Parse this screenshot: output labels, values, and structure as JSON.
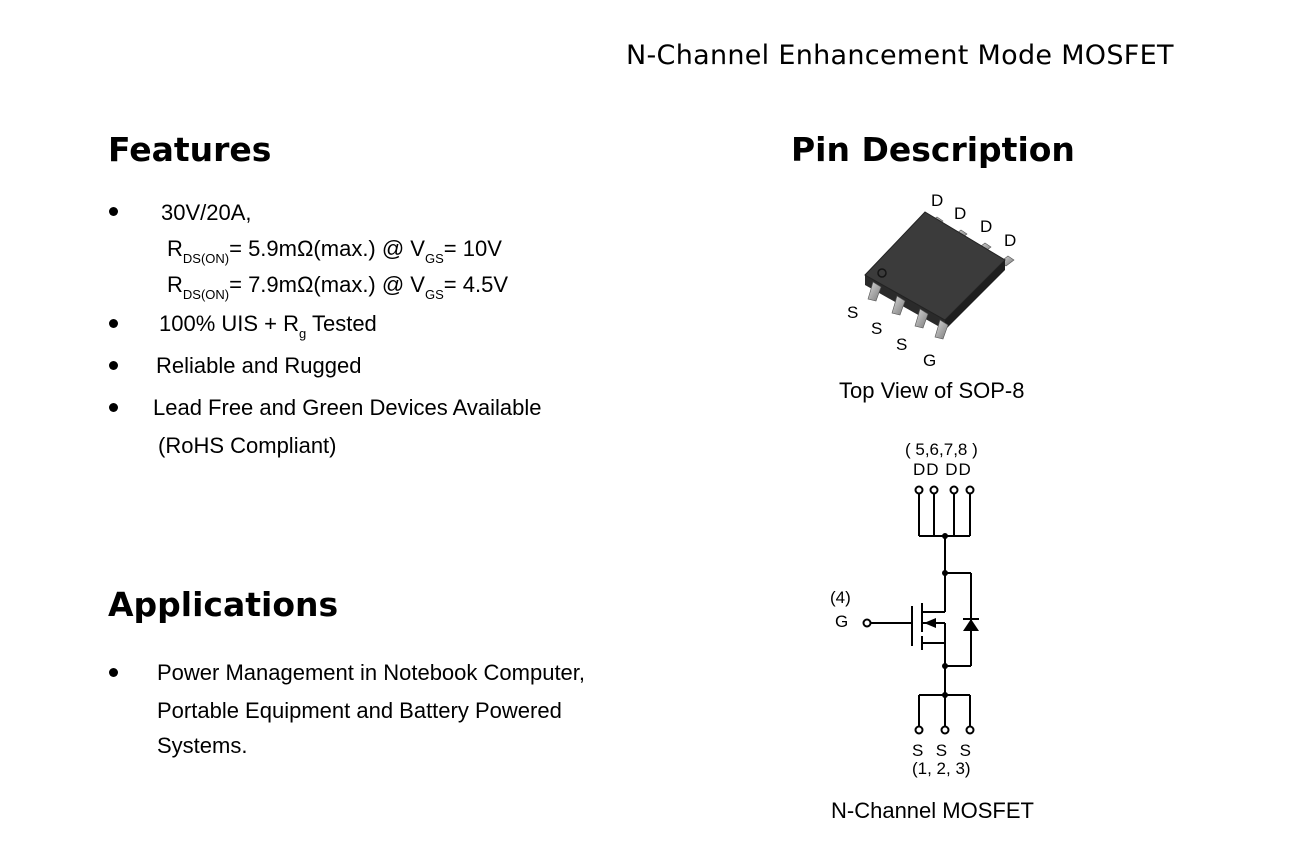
{
  "document_title": "N-Channel Enhancement Mode MOSFET",
  "features": {
    "heading": "Features",
    "rating": "30V/20A,",
    "rds_lines": [
      {
        "r": "R",
        "r_sub": "DS(ON)",
        "mid": "= 5.9mΩ(max.) @ V",
        "v_sub": "GS",
        "end": "= 10V"
      },
      {
        "r": "R",
        "r_sub": "DS(ON)",
        "mid": "= 7.9mΩ(max.) @ V",
        "v_sub": "GS",
        "end": "= 4.5V"
      }
    ],
    "uis_pre": "100% UIS + R",
    "uis_sub": "g",
    "uis_post": " Tested",
    "reliable": "Reliable and Rugged",
    "lead_free": "Lead Free and Green Devices Available",
    "rohs": "(RoHS Compliant)"
  },
  "applications": {
    "heading": "Applications",
    "lines": [
      "Power Management in Notebook Computer,",
      "Portable Equipment and Battery Powered",
      "Systems."
    ]
  },
  "pin_description": {
    "heading": "Pin Description",
    "package_pins": {
      "drain": [
        "D",
        "D",
        "D",
        "D"
      ],
      "source": [
        "S",
        "S",
        "S"
      ],
      "gate": "G"
    },
    "package_caption": "Top View of SOP-8",
    "schematic": {
      "drain_pins": "( 5,6,7,8 )",
      "drain_labels": "DD DD",
      "gate_pin": "(4)",
      "gate_label": "G",
      "source_labels": "S  S  S",
      "source_pins": "(1, 2, 3)"
    },
    "schematic_caption": "N-Channel MOSFET"
  }
}
